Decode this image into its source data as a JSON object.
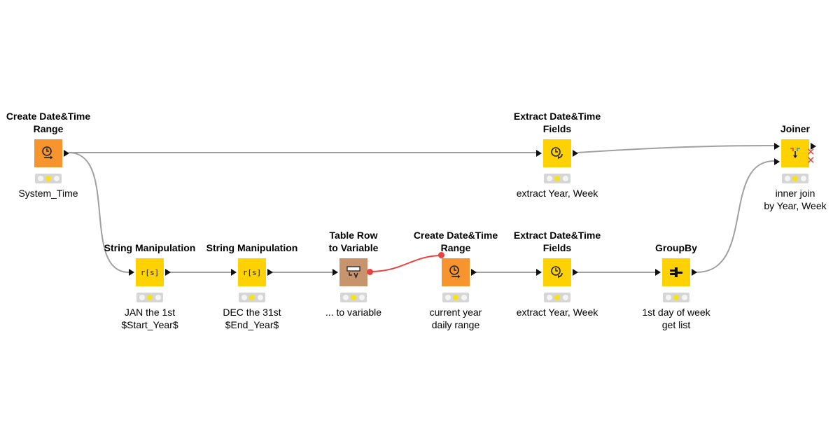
{
  "workflow": {
    "nodes": [
      {
        "key": "n1",
        "title": "Create Date&Time\nRange",
        "label": "System_Time",
        "color": "orange",
        "icon": "clock-arrow-icon",
        "has_input": false
      },
      {
        "key": "n2",
        "title": "Extract Date&Time\nFields",
        "label": "extract Year, Week",
        "color": "yellow",
        "icon": "clock-extract-icon",
        "has_input": true
      },
      {
        "key": "n3",
        "title": "Joiner",
        "label": "inner join\nby Year, Week",
        "color": "yellow",
        "icon": "join-arrows-icon",
        "has_input": true
      },
      {
        "key": "n4",
        "title": "String Manipulation",
        "label": "JAN the 1st\n$Start_Year$",
        "color": "yellow",
        "icon": "string-manipulation-icon",
        "glyph": "r[s]",
        "has_input": true
      },
      {
        "key": "n5",
        "title": "String Manipulation",
        "label": "DEC the 31st\n$End_Year$",
        "color": "yellow",
        "icon": "string-manipulation-icon",
        "glyph": "r[s]",
        "has_input": true
      },
      {
        "key": "n6",
        "title": "Table Row\nto Variable",
        "label": "... to variable",
        "color": "brown",
        "icon": "table-to-variable-icon",
        "has_input": true
      },
      {
        "key": "n7",
        "title": "Create Date&Time\nRange",
        "label": "current year\ndaily range",
        "color": "orange",
        "icon": "clock-arrow-icon",
        "has_input": false
      },
      {
        "key": "n8",
        "title": "Extract Date&Time\nFields",
        "label": "extract Year, Week",
        "color": "yellow",
        "icon": "clock-extract-icon",
        "has_input": true
      },
      {
        "key": "n9",
        "title": "GroupBy",
        "label": "1st day of week\nget list",
        "color": "yellow",
        "icon": "groupby-icon",
        "has_input": true
      }
    ],
    "colors": {
      "orange": "#f7942e",
      "yellow": "#fed200",
      "brown": "#c7946e",
      "edge": "#a0a0a0",
      "flow_variable": "#e8423f",
      "status_on": "#f5e21a"
    }
  }
}
